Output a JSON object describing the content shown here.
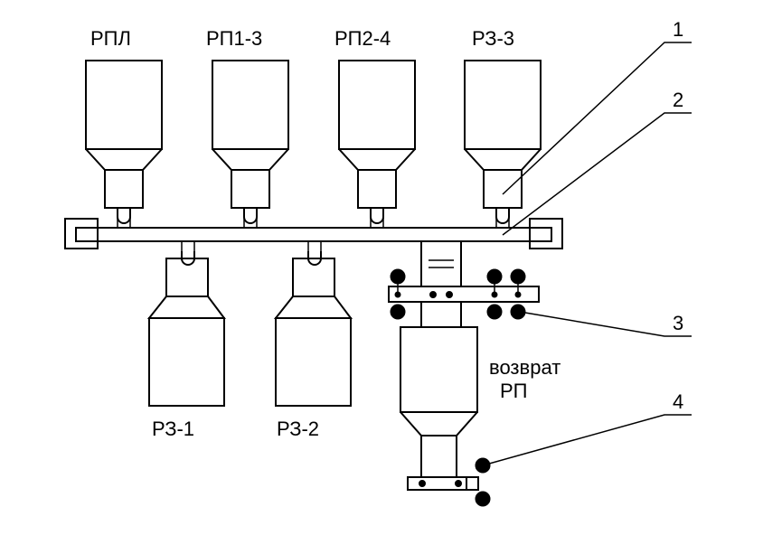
{
  "labels": {
    "hopper_rpl": "РПЛ",
    "hopper_rp13": "РП1-3",
    "hopper_rp24": "РП2-4",
    "hopper_rz3": "РЗ-3",
    "hopper_rz1": "РЗ-1",
    "hopper_rz2": "РЗ-2",
    "return_line1": "возврат",
    "return_line2": "РП"
  },
  "callouts": {
    "c1": "1",
    "c2": "2",
    "c3": "3",
    "c4": "4"
  }
}
